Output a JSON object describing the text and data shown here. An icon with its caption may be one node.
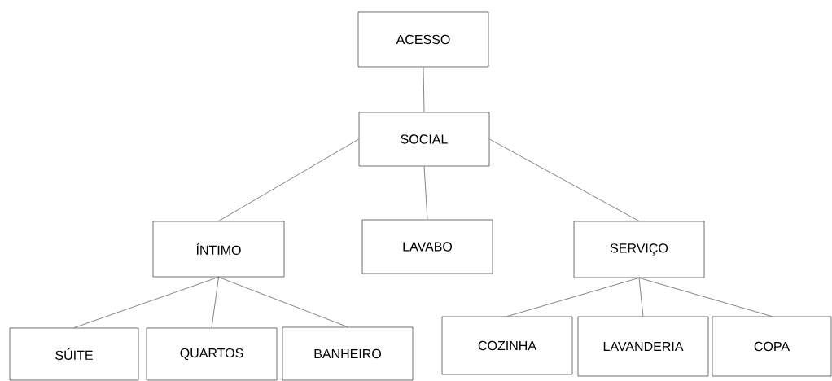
{
  "diagram": {
    "nodes": [
      {
        "text": [
          "ACESSO"
        ]
      },
      {
        "text": [
          "SOCIAL"
        ]
      },
      {
        "text": [
          "ÍNTIMO"
        ]
      },
      {
        "text": [
          "LAVABO"
        ]
      },
      {
        "text": [
          "SERVIÇO"
        ]
      },
      {
        "text": [
          "SÚITE"
        ]
      },
      {
        "text": [
          "QUARTOS"
        ]
      },
      {
        "text": [
          "BANHEIRO"
        ]
      },
      {
        "text": [
          "COZINHA"
        ]
      },
      {
        "text": [
          "LAVANDERIA"
        ]
      },
      {
        "text": [
          "COPA"
        ]
      }
    ],
    "edges": [
      {
        "from": 0,
        "to": 1,
        "arrow": "none"
      },
      {
        "from": 1,
        "to": 2,
        "arrow": "none"
      },
      {
        "from": 1,
        "to": 3,
        "arrow": "none"
      },
      {
        "from": 1,
        "to": 4,
        "arrow": "none"
      },
      {
        "from": 2,
        "to": 5,
        "arrow": "none"
      },
      {
        "from": 2,
        "to": 6,
        "arrow": "none"
      },
      {
        "from": 2,
        "to": 7,
        "arrow": "none"
      },
      {
        "from": 4,
        "to": 8,
        "arrow": "none"
      },
      {
        "from": 4,
        "to": 9,
        "arrow": "none"
      },
      {
        "from": 4,
        "to": 10,
        "arrow": "none"
      }
    ]
  }
}
